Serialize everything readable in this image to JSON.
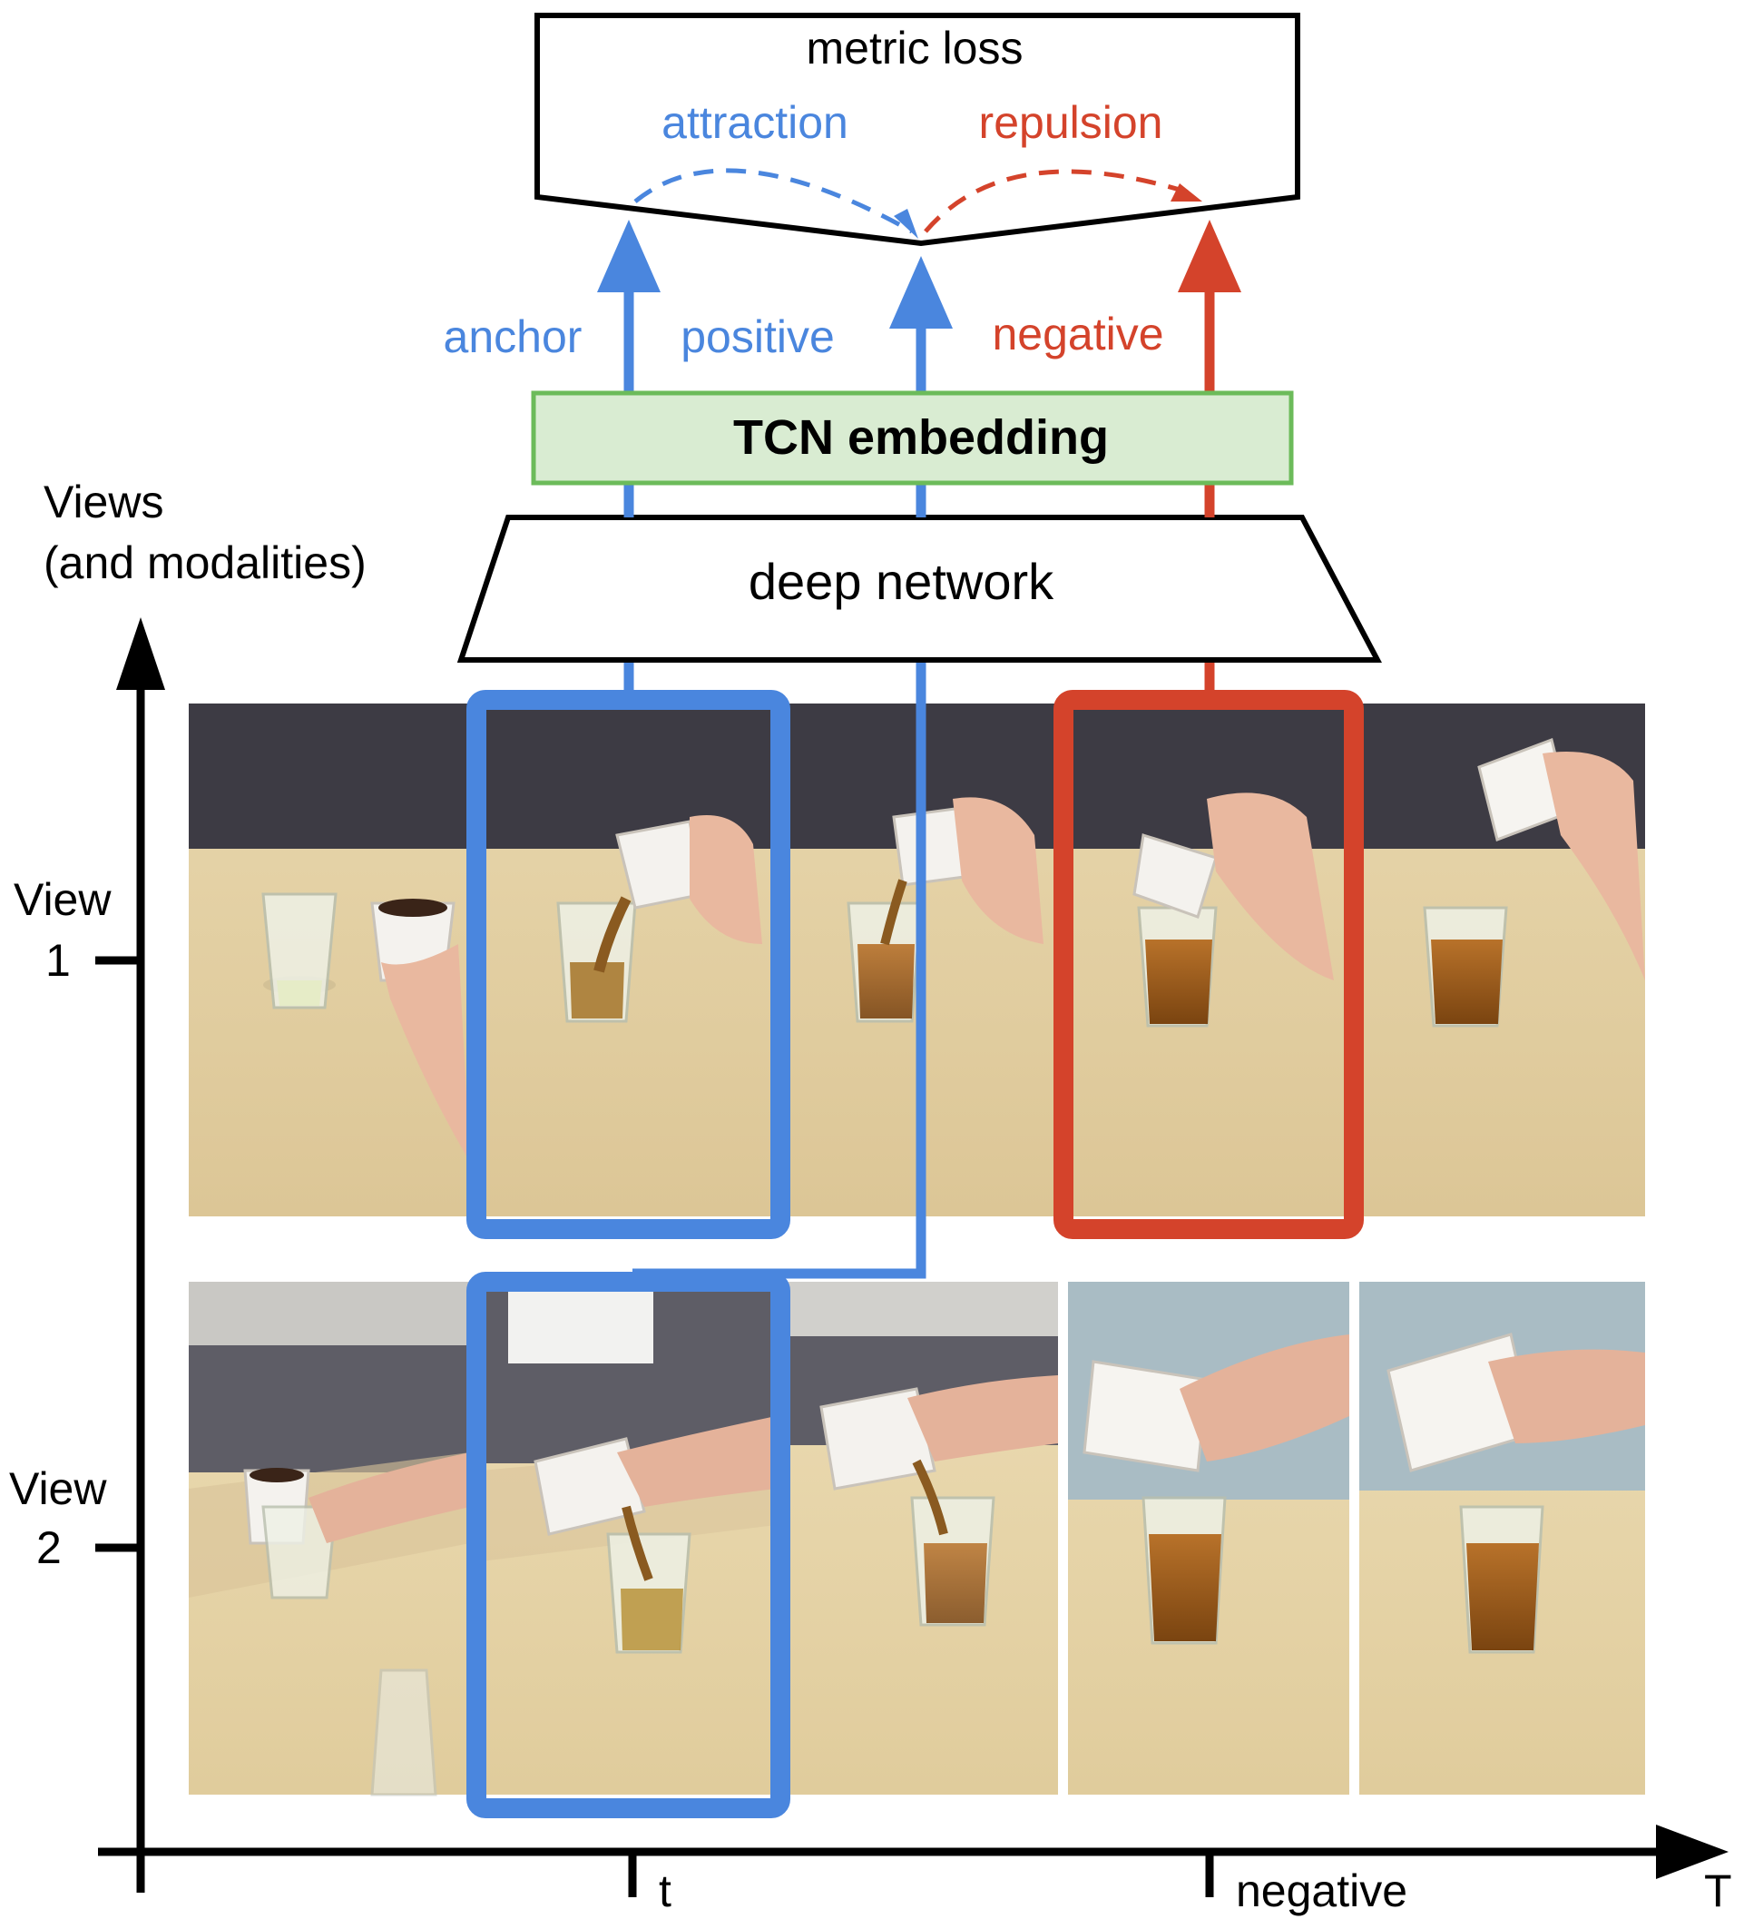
{
  "labels": {
    "metric_loss": "metric loss",
    "attraction": "attraction",
    "repulsion": "repulsion",
    "anchor": "anchor",
    "positive": "positive",
    "negative_top": "negative",
    "tcn_embedding": "TCN embedding",
    "deep_network": "deep network",
    "views_line1": "Views",
    "views_line2": "(and modalities)",
    "view1_word": "View",
    "view1_num": "1",
    "view2_word": "View",
    "view2_num": "2",
    "tick_t": "t",
    "tick_negative": "negative",
    "axis_T": "T"
  },
  "colors": {
    "blue": "#4a86de",
    "red": "#d4432b",
    "green_fill": "#d9ecd2",
    "green_stroke": "#6cbb5a",
    "black": "#000000"
  },
  "photo_frames": [
    {
      "row": "view-1",
      "frame": 1,
      "content": "empty-glass-and-filled-cup"
    },
    {
      "row": "view-1",
      "frame": 2,
      "content": "pouring-start",
      "highlight": "anchor"
    },
    {
      "row": "view-1",
      "frame": 3,
      "content": "pouring-mid"
    },
    {
      "row": "view-1",
      "frame": 4,
      "content": "pouring-end",
      "highlight": "negative"
    },
    {
      "row": "view-1",
      "frame": 5,
      "content": "cup-lifted"
    },
    {
      "row": "view-2",
      "frame": 1,
      "content": "holding-cup-and-glass"
    },
    {
      "row": "view-2",
      "frame": 2,
      "content": "pouring-start",
      "highlight": "positive"
    },
    {
      "row": "view-2",
      "frame": 3,
      "content": "pouring-mid"
    },
    {
      "row": "view-2",
      "frame": 4,
      "content": "pouring-end"
    },
    {
      "row": "view-2",
      "frame": 5,
      "content": "cup-lifted"
    }
  ]
}
